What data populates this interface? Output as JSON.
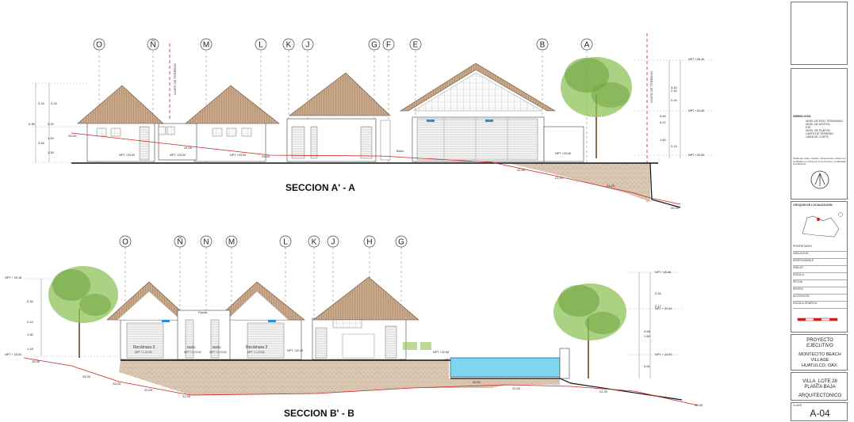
{
  "section_aa": {
    "title": "SECCION  A' - A",
    "grid_axes": [
      "O",
      "Ñ",
      "M",
      "L",
      "K",
      "J",
      "G",
      "F",
      "E",
      "B",
      "A"
    ],
    "terrain_limit_label": "LIMITE DE TERRENO",
    "level_labels": [
      "NPT +26.40",
      "NPT +24.00",
      "NPT +23.00",
      "NPT +23.00",
      "NPT +23.00",
      "NPT +23.00",
      "NPT +23.00"
    ],
    "room_labels": [
      "Baño"
    ],
    "elevations": [
      "25.00",
      "24.00",
      "23.00",
      "22.00",
      "21.00",
      "21.00",
      "20.00"
    ],
    "dims_left": [
      "2.14",
      "2.14",
      "0.36",
      "0.20",
      "1.00",
      "2.44",
      "1.30"
    ],
    "dims_right": [
      "2.40",
      "2.20",
      "0.40",
      "0.47",
      "1.60",
      "2.14",
      "3.40"
    ]
  },
  "section_bb": {
    "title": "SECCION  B' - B",
    "grid_axes": [
      "O",
      "Ñ",
      "N",
      "M",
      "L",
      "K",
      "J",
      "H",
      "G"
    ],
    "level_labels": [
      "NPT + 25.18",
      "NPT + 23.00",
      "NPT +26.66",
      "NPT + 24.00",
      "NPT + 23.00",
      "NPT +22.00",
      "NPT +22.56"
    ],
    "room_labels": [
      "Recámara 3",
      "Baño",
      "Baño",
      "Recámara 2",
      "Pasillo"
    ],
    "room_levels": [
      "NPT +1 23.00",
      "NPT +1 23.00",
      "NPT +1 23.00",
      "NPT +1 23.00"
    ],
    "elevations": [
      "25.00",
      "24.00",
      "23.00",
      "22.00",
      "21.00",
      "20.00",
      "22.00",
      "21.00",
      "20.00"
    ],
    "dims": [
      "2.34",
      "2.14",
      "1.30",
      "1.18",
      "2.34",
      "2.17",
      "0.68",
      "1.60",
      "0.61"
    ]
  },
  "title_block": {
    "legend_title": "SIMBOLOGIA",
    "legend_items": [
      "NIVEL DE PISO TERMINADO",
      "NIVEL DE AZOTEA",
      "EJE",
      "NIVEL DE PLAFON",
      "LIMITE DE TERRENO",
      "LINEA DE CORTE"
    ],
    "notes": "Todas las cotas, niveles y dimensiones, deben ser verificados en obra por el constructor y notificadas al arquitecto",
    "location_title": "CROQUIS DE LOCALIZACION",
    "fields": [
      "PROPIETARIO",
      "UBICACION",
      "RESPONSABLE",
      "DIBUJO",
      "ESCALA",
      "FECHA",
      "REVISO",
      "ACOTACION",
      "ESCALA GRAFICA"
    ],
    "project_type_line1": "PROYECTO",
    "project_type_line2": "EJECUTIVO",
    "project_name_line1": "MONTECITO BEACH",
    "project_name_line2": "VILLAGE",
    "project_name_line3": "HUATULCO, OAX.",
    "sheet_line1": "VILLA_LOTE 28",
    "sheet_line2": "PLANTA BAJA",
    "sheet_line3": "ARQUITECTONICO",
    "sheet_number_label": "CLAVE",
    "sheet_number": "A-04"
  },
  "colors": {
    "thatch": "#c9a98a",
    "thatch_dark": "#8a6a4c",
    "ground": "#d9c7b1",
    "wall": "#ffffff",
    "tree": "#7fb04a",
    "red_line": "#cc2222",
    "pool": "#7fd6f0"
  }
}
